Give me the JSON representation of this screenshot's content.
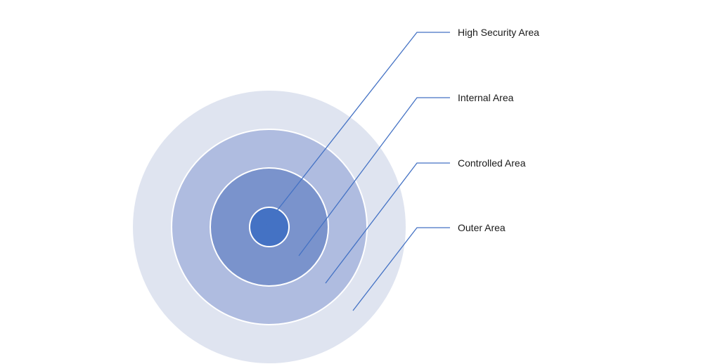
{
  "diagram": {
    "areas": [
      {
        "label": "High Security Area",
        "color": "#4472C4"
      },
      {
        "label": "Internal Area",
        "color": "#7A93CC"
      },
      {
        "label": "Controlled Area",
        "color": "#AFBCE0"
      },
      {
        "label": "Outer Area",
        "color": "#DFE4F0"
      }
    ],
    "ring_border_color": "#FFFFFF",
    "leader_line_color": "#4472C4"
  }
}
